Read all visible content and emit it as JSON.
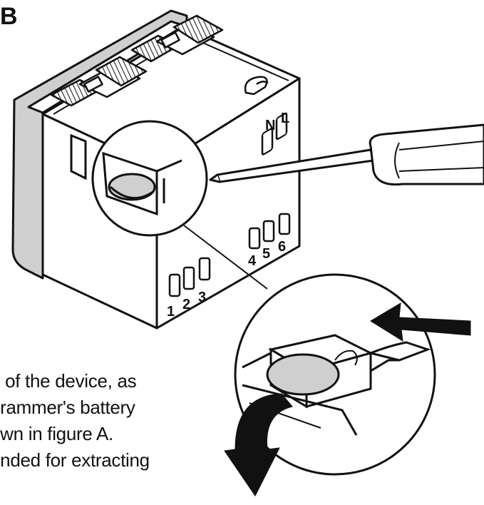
{
  "figure": {
    "label": "B"
  },
  "terminals": {
    "supply": [
      "N",
      "L"
    ],
    "group_a": [
      "4",
      "5",
      "6"
    ],
    "group_b": [
      "1",
      "2",
      "3"
    ]
  },
  "caption_lines": [
    "e of the device, as",
    "grammer's battery",
    "own in figure A.",
    "ended for extracting"
  ]
}
